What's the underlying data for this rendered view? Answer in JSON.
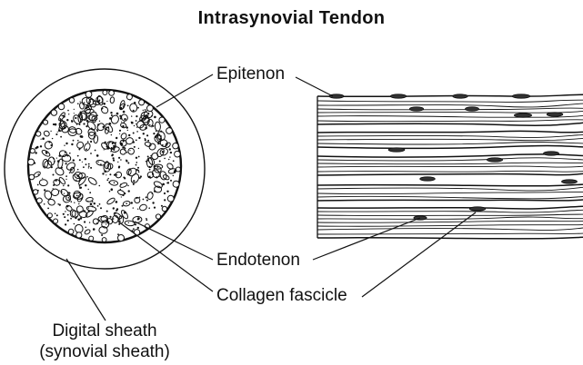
{
  "title": "Intrasynovial  Tendon",
  "labels": {
    "epitenon": "Epitenon",
    "endotenon": "Endotenon",
    "collagen_fascicle": "Collagen fascicle",
    "digital_sheath_line1": "Digital sheath",
    "digital_sheath_line2": "(synovial sheath)"
  },
  "colors": {
    "ink": "#111111",
    "background": "#ffffff"
  }
}
